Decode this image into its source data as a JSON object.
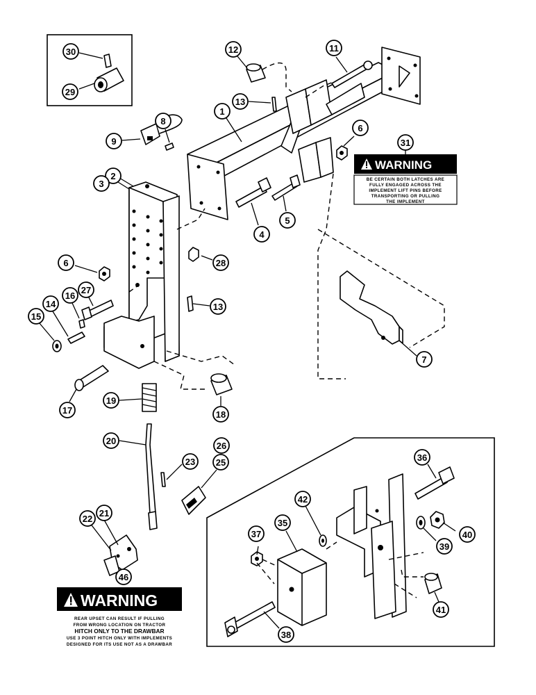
{
  "callouts": [
    "1",
    "2",
    "3",
    "4",
    "5",
    "6",
    "6",
    "7",
    "8",
    "9",
    "11",
    "12",
    "13",
    "13",
    "14",
    "15",
    "16",
    "17",
    "18",
    "19",
    "20",
    "21",
    "22",
    "23",
    "25",
    "26",
    "27",
    "28",
    "29",
    "30",
    "31",
    "35",
    "36",
    "37",
    "38",
    "39",
    "40",
    "41",
    "42",
    "46"
  ],
  "warning_31": {
    "title": "WARNING",
    "lines": [
      "BE CERTAIN BOTH LATCHES ARE",
      "FULLY ENGAGED ACROSS THE",
      "IMPLEMENT LIFT PINS BEFORE",
      "TRANSPORTING OR PULLING",
      "THE IMPLEMENT"
    ]
  },
  "warning_46": {
    "title": "WARNING",
    "lines": [
      "REAR UPSET CAN RESULT IF PULLING",
      "FROM WRONG LOCATION ON TRACTOR",
      "HITCH ONLY TO THE DRAWBAR",
      "USE 3 POINT HITCH ONLY WITH IMPLEMENTS",
      "DESIGNED FOR ITS USE NOT AS A DRAWBAR"
    ]
  }
}
